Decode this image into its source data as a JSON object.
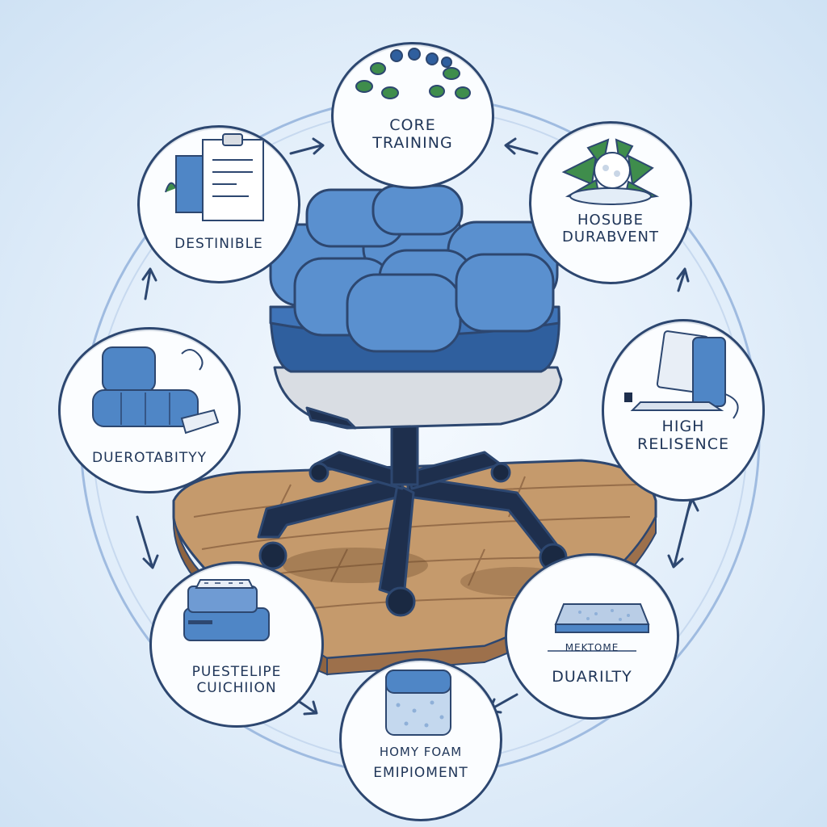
{
  "colors": {
    "ink": "#2d4770",
    "cushion": "#4f86c6",
    "cushion_dark": "#2f5f9e",
    "wood": "#b98a5e",
    "ring": "#9fbbe0",
    "leaf": "#3f8d4c"
  },
  "nodes": {
    "core": {
      "line1": "CORE",
      "line2": "TRAINING",
      "icon": "leaf-beads-icon"
    },
    "durable": {
      "line1": "HOSUBE",
      "line2": "DURABVENT",
      "icon": "leafy-ball-icon"
    },
    "resilience": {
      "line1": "HIGH",
      "line2": "RELISENCE",
      "icon": "laptop-icon"
    },
    "durality": {
      "small": "MEKTOME",
      "line1": "DUARILTY",
      "icon": "foam-pad-icon"
    },
    "foam": {
      "small": "HOMY FOAM",
      "line1": "EMIPIOMENT",
      "icon": "foam-cube-icon"
    },
    "cushion": {
      "line1": "PUESTELIPE",
      "line2": "CUICHIION",
      "icon": "stacked-cushions-icon"
    },
    "durotability": {
      "line1": "DUEROTABITYY",
      "icon": "seat-cushion-icon"
    },
    "destinible": {
      "line1": "DESTINIBLE",
      "icon": "clipboard-documents-icon"
    }
  },
  "center": {
    "icon": "office-chair-icon",
    "floor": "wooden-floor-icon"
  }
}
